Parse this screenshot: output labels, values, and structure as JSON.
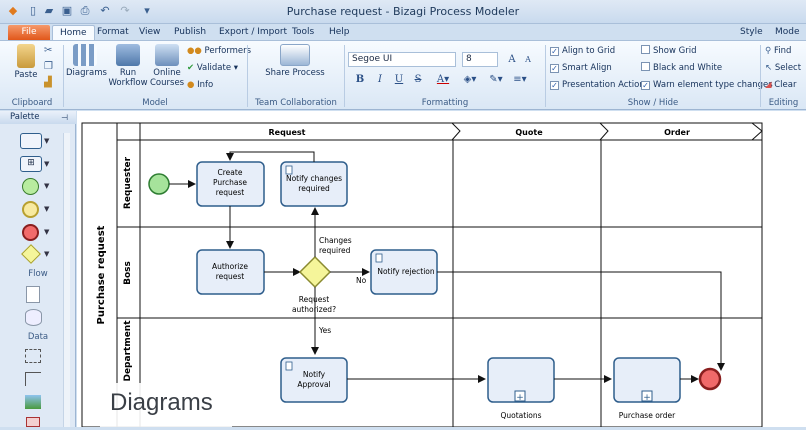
{
  "window": {
    "title": "Purchase request - Bizagi Process Modeler"
  },
  "tabs": [
    {
      "label": "File"
    },
    {
      "label": "Home"
    },
    {
      "label": "Format"
    },
    {
      "label": "View"
    },
    {
      "label": "Publish"
    },
    {
      "label": "Export / Import"
    },
    {
      "label": "Tools"
    },
    {
      "label": "Help"
    }
  ],
  "tabs_right": {
    "style": "Style",
    "mode": "Mode"
  },
  "ribbon": {
    "clipboard": {
      "paste": "Paste",
      "label": "Clipboard"
    },
    "model": {
      "diagrams": "Diagrams",
      "run_workflow": "Run Workflow",
      "online_courses": "Online Courses",
      "performers": "Performers",
      "validate": "Validate",
      "info": "Info",
      "label": "Model"
    },
    "team": {
      "share_process": "Share Process",
      "label": "Team Collaboration"
    },
    "formatting": {
      "font": "Segoe UI",
      "size": "8",
      "label": "Formatting"
    },
    "show_hide": {
      "align_to_grid": "Align to Grid",
      "smart_align": "Smart Align",
      "presentation_actions": "Presentation Actions",
      "show_grid": "Show Grid",
      "black_and_white": "Black and White",
      "warn_element_type_changes": "Warn element type changes",
      "label": "Show / Hide"
    },
    "editing": {
      "find": "Find",
      "select": "Select",
      "clear": "Clear",
      "label": "Editing"
    }
  },
  "palette": {
    "title": "Palette",
    "flow": "Flow",
    "data": "Data"
  },
  "diagram": {
    "pool": "Purchase request",
    "phases": [
      "Request",
      "Quote",
      "Order"
    ],
    "lanes": [
      "Requester",
      "Boss",
      "Department"
    ],
    "tasks": {
      "create": "Create Purchase request",
      "notify_changes": "Notify changes required",
      "authorize": "Authorize request",
      "notify_rejection": "Notify rejection",
      "notify_approval": "Notify Approval",
      "quotations": "Quotations",
      "purchase_order": "Purchase order"
    },
    "gateway": "Request authorized?",
    "flows": {
      "changes": "Changes required",
      "no": "No",
      "yes": "Yes"
    }
  },
  "overlay": {
    "label": "Diagrams"
  },
  "colors": {
    "task_fill": "#e7eef9",
    "task_stroke": "#2f5e8c",
    "start": "#a6e39b",
    "end": "#f06a6a",
    "gateway": "#f5f59a",
    "file_tab": "#e1571a"
  }
}
